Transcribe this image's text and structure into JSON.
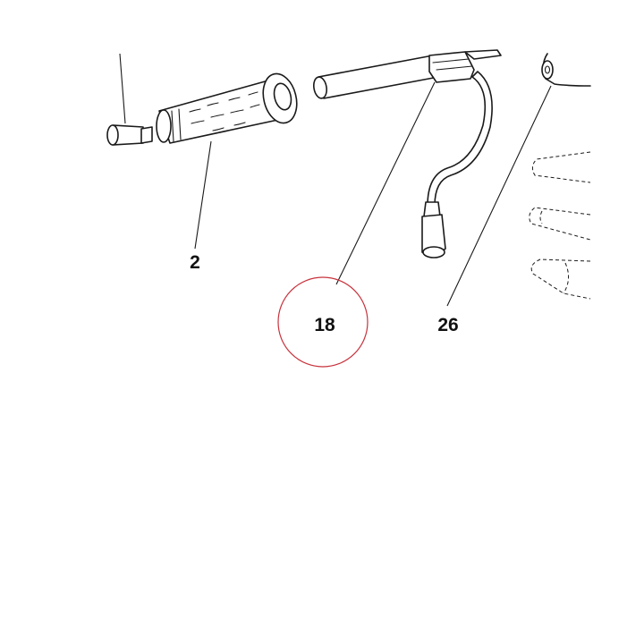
{
  "callouts": [
    {
      "id": "2",
      "text": "2"
    },
    {
      "id": "18",
      "text": "18",
      "highlighted": true
    },
    {
      "id": "26",
      "text": "26"
    }
  ],
  "colors": {
    "line": "#1a1a1a",
    "background": "#ffffff",
    "highlight_circle": "#c8323c"
  }
}
